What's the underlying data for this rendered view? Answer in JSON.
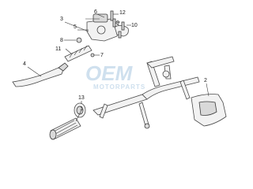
{
  "callouts": {
    "c1": "1",
    "c2": "2",
    "c3": "3",
    "c4": "4",
    "c5": "5",
    "c6": "6",
    "c7": "7",
    "c8": "8",
    "c9": "9",
    "c10": "10",
    "c11": "11",
    "c12": "12",
    "c13": "13"
  },
  "watermark": {
    "logo_text": "OEM",
    "sub_text": "MOTORPARTS"
  },
  "colors": {
    "line": "#333333",
    "watermark": "#cfe0ee"
  }
}
